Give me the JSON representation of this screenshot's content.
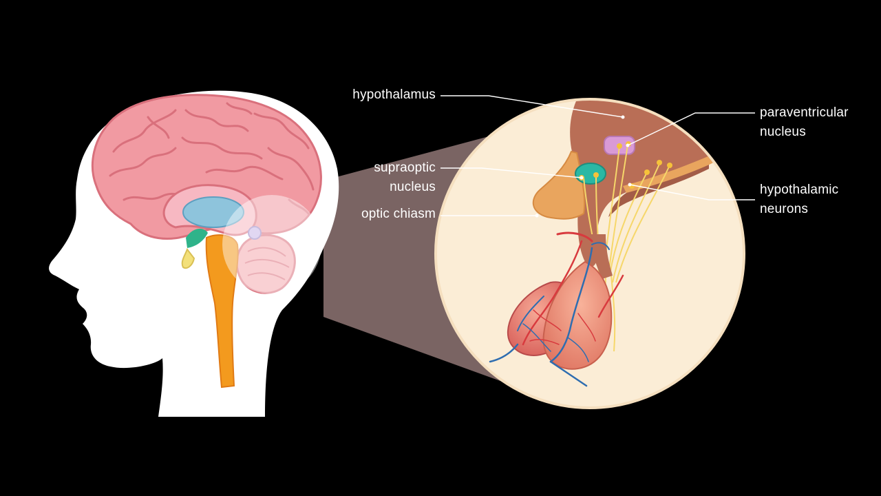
{
  "labels": {
    "hypothalamus": "hypothalamus",
    "paraventricular": [
      "paraventricular",
      "nucleus"
    ],
    "supraoptic": [
      "supraoptic",
      "nucleus"
    ],
    "optic_chiasm": "optic chiasm",
    "hypothalamic_neurons": [
      "hypothalamic",
      "neurons"
    ]
  },
  "colors": {
    "background": "#000000",
    "head": "#ffffff",
    "brain": "#f19aa2",
    "brain_dark": "#d9707c",
    "ventricle": "#8ec4dc",
    "brainstem": "#f39a1e",
    "pituitary_green": "#2fb38a",
    "zoom_circle": "#fbedd6",
    "projection": "#7a6463",
    "hypothalamus_tissue": "#b96e56",
    "optic_chiasm": "#e9a55e",
    "paraventricular": "#d99ad6",
    "supraoptic": "#2ab8a4",
    "neuron": "#f6d76a",
    "artery": "#d83a3e",
    "vein": "#2e6db0",
    "gland": "#ef8c7a"
  }
}
